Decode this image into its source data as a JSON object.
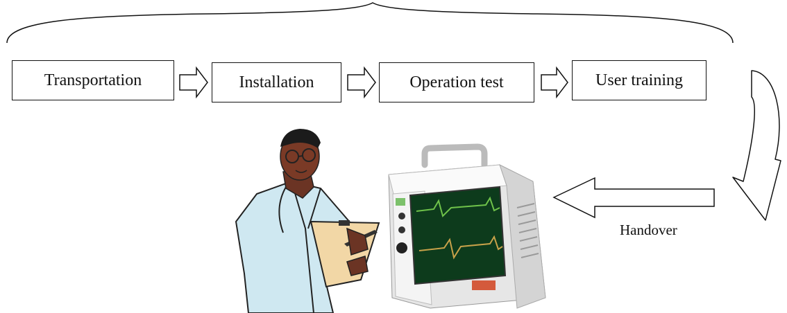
{
  "steps": [
    {
      "label": "Transportation"
    },
    {
      "label": "Installation"
    },
    {
      "label": "Operation test"
    },
    {
      "label": "User training"
    }
  ],
  "handover_label": "Handover",
  "icons": [
    "curly-brace-icon",
    "right-arrow-icon",
    "curved-arrow-icon",
    "left-arrow-icon",
    "doctor-illustration-icon",
    "patient-monitor-icon"
  ],
  "colors": {
    "stroke": "#111111",
    "screen": "#0d3b1c",
    "trace": "#6fc24a",
    "device": "#f2f2f2"
  }
}
